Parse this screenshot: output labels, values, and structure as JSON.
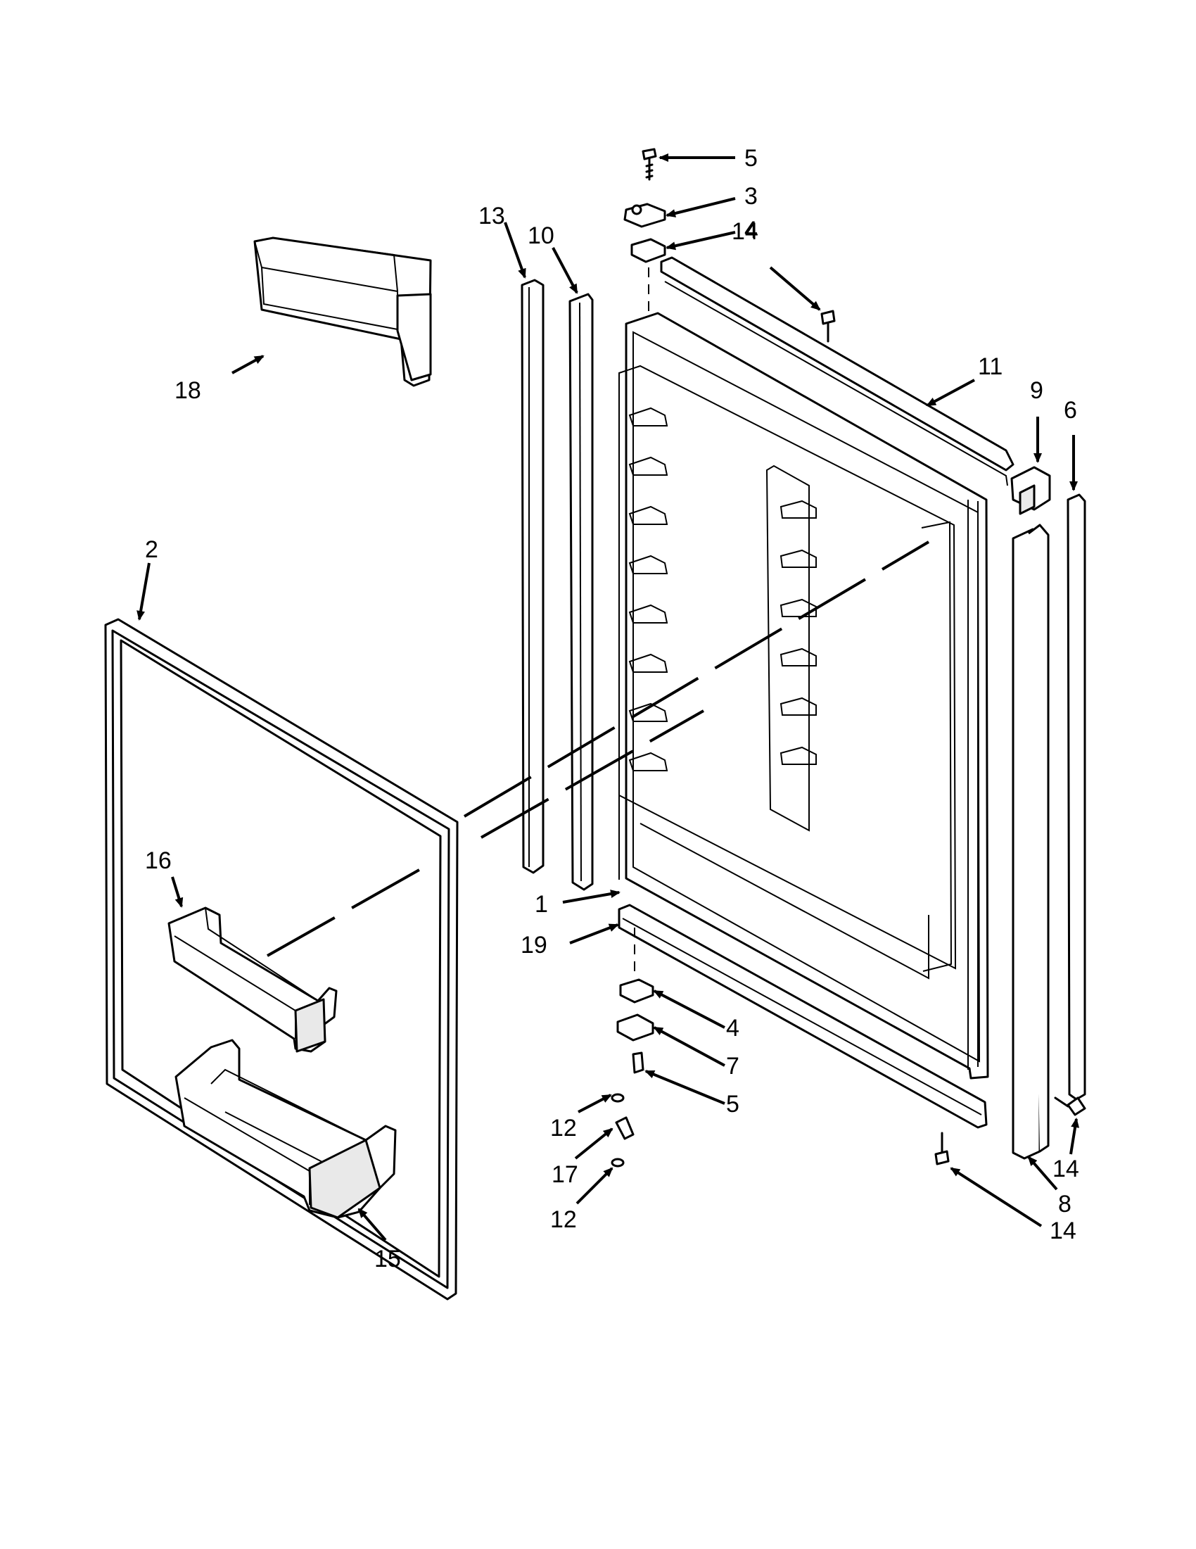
{
  "diagram": {
    "type": "exploded-parts-diagram",
    "callouts": [
      {
        "id": "c1",
        "text": "1"
      },
      {
        "id": "c2",
        "text": "2"
      },
      {
        "id": "c3",
        "text": "3"
      },
      {
        "id": "c4a",
        "text": "4"
      },
      {
        "id": "c4b",
        "text": "4"
      },
      {
        "id": "c5a",
        "text": "5"
      },
      {
        "id": "c5b",
        "text": "5"
      },
      {
        "id": "c6",
        "text": "6"
      },
      {
        "id": "c7",
        "text": "7"
      },
      {
        "id": "c8",
        "text": "8"
      },
      {
        "id": "c9",
        "text": "9"
      },
      {
        "id": "c10",
        "text": "10"
      },
      {
        "id": "c11",
        "text": "11"
      },
      {
        "id": "c12a",
        "text": "12"
      },
      {
        "id": "c12b",
        "text": "12"
      },
      {
        "id": "c13",
        "text": "13"
      },
      {
        "id": "c14a",
        "text": "14"
      },
      {
        "id": "c14b",
        "text": "14"
      },
      {
        "id": "c14c",
        "text": "14"
      },
      {
        "id": "c15",
        "text": "15"
      },
      {
        "id": "c16",
        "text": "16"
      },
      {
        "id": "c17",
        "text": "17"
      },
      {
        "id": "c18",
        "text": "18"
      },
      {
        "id": "c19",
        "text": "19"
      }
    ]
  }
}
